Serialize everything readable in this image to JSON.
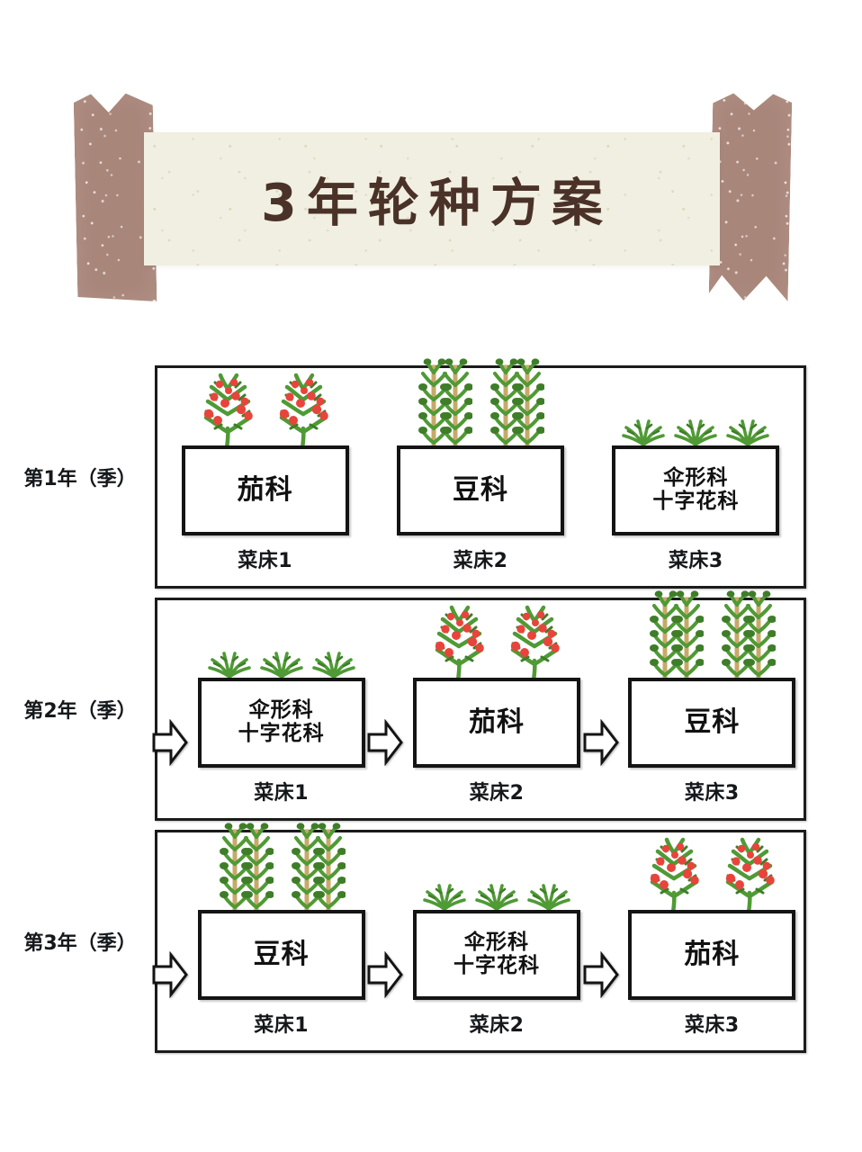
{
  "banner": {
    "title": "3年轮种方案",
    "ribbon_color": "#a9867a",
    "center_color": "#f1efe1",
    "title_color": "#4a3228"
  },
  "diagram": {
    "bed_captions": [
      "菜床1",
      "菜床2",
      "菜床3"
    ],
    "arrow_icon": "right-arrow-outline-icon",
    "rows": [
      {
        "year_label": "第1年（季）",
        "has_arrows": false,
        "beds": [
          {
            "crop": "茄科",
            "caption": "菜床1",
            "plant": "tomato"
          },
          {
            "crop": "豆科",
            "caption": "菜床2",
            "plant": "legume"
          },
          {
            "crop": "伞形科\n十字花科",
            "caption": "菜床3",
            "plant": "carrot"
          }
        ]
      },
      {
        "year_label": "第2年（季）",
        "has_arrows": true,
        "beds": [
          {
            "crop": "伞形科\n十字花科",
            "caption": "菜床1",
            "plant": "carrot"
          },
          {
            "crop": "茄科",
            "caption": "菜床2",
            "plant": "tomato"
          },
          {
            "crop": "豆科",
            "caption": "菜床3",
            "plant": "legume"
          }
        ]
      },
      {
        "year_label": "第3年（季）",
        "has_arrows": true,
        "beds": [
          {
            "crop": "豆科",
            "caption": "菜床1",
            "plant": "legume"
          },
          {
            "crop": "伞形科\n十字花科",
            "caption": "菜床2",
            "plant": "carrot"
          },
          {
            "crop": "茄科",
            "caption": "菜床3",
            "plant": "tomato"
          }
        ]
      }
    ]
  },
  "colors": {
    "leaf_green": "#4f9a35",
    "leaf_green_dark": "#3f7d29",
    "fruit_red": "#e8443c",
    "carrot_orange": "#f08c3a",
    "trellis_tan": "#c8a96a",
    "box_black": "#141414"
  }
}
